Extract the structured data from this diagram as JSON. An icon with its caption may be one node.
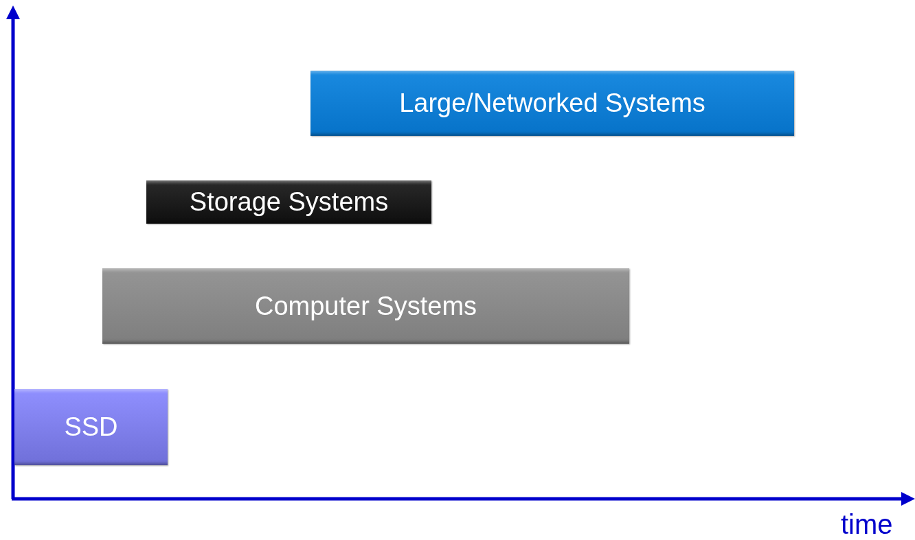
{
  "diagram": {
    "nodes": [
      {
        "text": [
          "Large/Networked Systems"
        ]
      },
      {
        "text": [
          "Storage Systems"
        ]
      },
      {
        "text": [
          "Computer Systems"
        ]
      },
      {
        "text": [
          "SSD"
        ]
      }
    ],
    "labels": [
      "time"
    ]
  }
}
